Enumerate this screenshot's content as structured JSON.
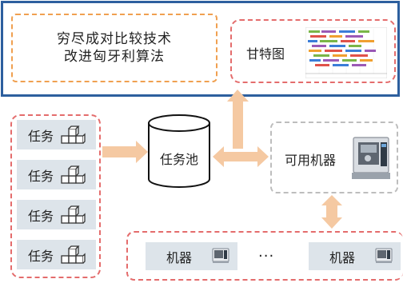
{
  "algorithm": {
    "line1": "穷尽成对比较技术",
    "line2": "改进匈牙利算法"
  },
  "gantt": {
    "label": "甘特图",
    "icon": "gantt-chart-icon"
  },
  "tasks": {
    "items": [
      "任务",
      "任务",
      "任务",
      "任务"
    ],
    "icon": "blocks-icon"
  },
  "pool": {
    "label": "任务池",
    "icon": "cylinder-icon"
  },
  "available_machines": {
    "label": "可用机器",
    "icon": "cnc-machine-icon"
  },
  "machines": {
    "items": [
      "机器",
      "机器"
    ],
    "ellipsis": "...",
    "icon": "machine-icon"
  },
  "colors": {
    "frame": "#2d5f9e",
    "dash_orange": "#f0a050",
    "dash_red": "#e46c6c",
    "dash_gray": "#bdbdbd",
    "arrow": "#f5c9a2",
    "box_fill": "#dde4ea"
  }
}
